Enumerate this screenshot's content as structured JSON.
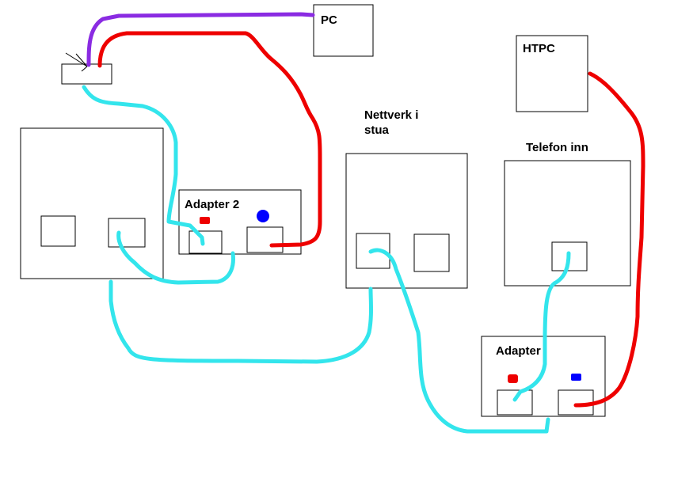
{
  "labels": {
    "pc": "PC",
    "htpc": "HTPC",
    "nettverk_line1": "Nettverk i",
    "nettverk_line2": "stua",
    "telefon": "Telefon inn",
    "adapter2": "Adapter 2",
    "adapter": "Adapter"
  },
  "colors": {
    "cyan_cable": "#33e5ec",
    "red_cable": "#ee0000",
    "purple_cable": "#8a2be2",
    "red_marker": "#ee0000",
    "blue_marker": "#0000ff"
  }
}
